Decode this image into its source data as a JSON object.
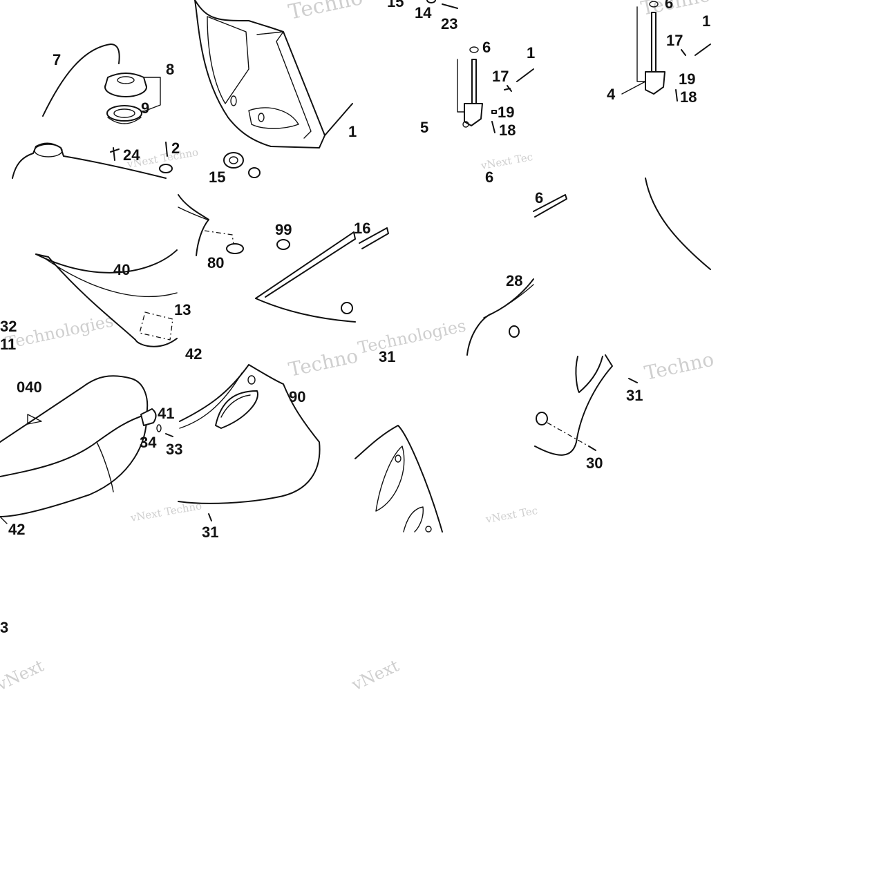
{
  "diagram": {
    "labels": [
      "15",
      "14",
      "23",
      "6",
      "1",
      "17",
      "19",
      "5",
      "18",
      "6",
      "1",
      "17",
      "19",
      "4",
      "18",
      "7",
      "8",
      "9",
      "24",
      "2",
      "15",
      "1",
      "6",
      "99",
      "80",
      "16",
      "40",
      "13",
      "32",
      "11",
      "42",
      "28",
      "6",
      "040",
      "41",
      "34",
      "33",
      "90",
      "42",
      "31",
      "31",
      "31",
      "30",
      "3"
    ],
    "watermarks": [
      "vNext",
      "Techno",
      "Technologies",
      "vNext Tec",
      "vNext Techno"
    ]
  }
}
